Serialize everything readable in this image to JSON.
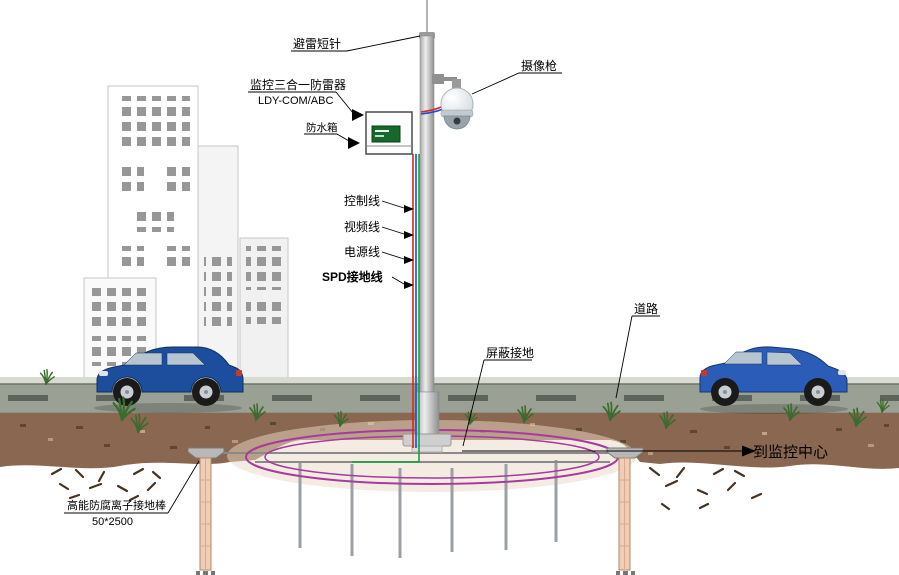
{
  "diagram": {
    "labels": {
      "lightning_rod": "避雷短针",
      "spd_device": "监控三合一防雷器",
      "spd_model": "LDY-COM/ABC",
      "waterproof_box": "防水箱",
      "camera": "摄像枪",
      "control_cable": "控制线",
      "video_cable": "视频线",
      "power_cable": "电源线",
      "spd_ground_cable": "SPD接地线",
      "shield_ground": "屏蔽接地",
      "road": "道路",
      "to_monitor_center": "到监控中心",
      "ion_ground_rod_name": "高能防腐离子接地棒",
      "ion_ground_rod_spec": "50*2500"
    },
    "colors": {
      "wire_red": "#d42a1e",
      "wire_blue": "#1d4ed0",
      "wire_green": "#17a23a",
      "ground_ring": "#a83a9e",
      "road_surface": "#9aa094",
      "lane_dash": "#5c645c",
      "soil": "#8a6750",
      "building_window": "#979797",
      "car_left_body": "#1d4e9e",
      "car_right_body": "#2a5cb8",
      "device_green": "#17682c",
      "ground_rod_fill": "#f0cdb6"
    }
  }
}
